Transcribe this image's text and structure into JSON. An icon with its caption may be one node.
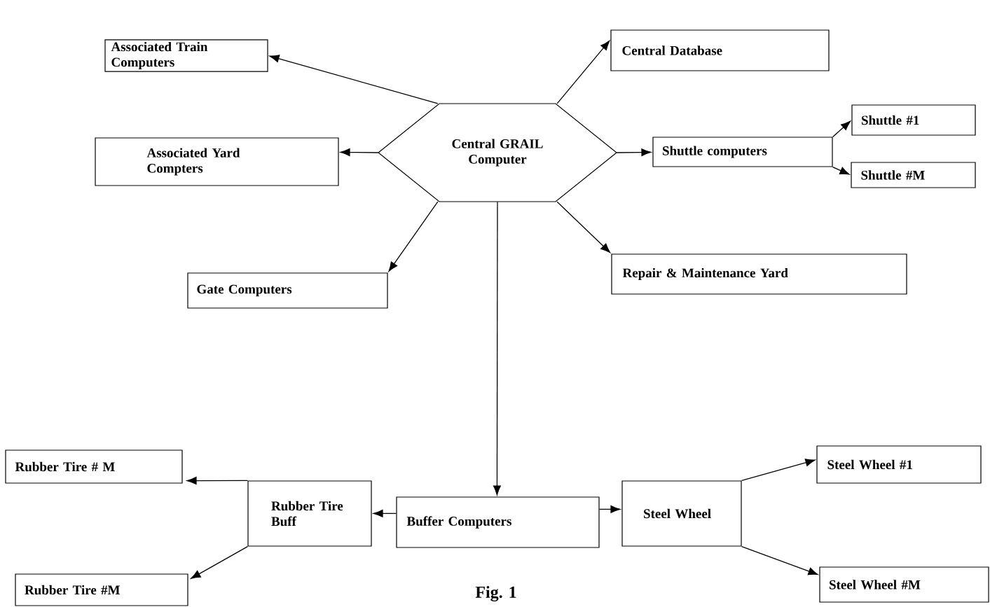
{
  "diagram": {
    "caption": "Fig. 1",
    "nodes": [
      {
        "text": [
          "Central GRAIL Computer"
        ]
      },
      {
        "text": [
          "Associated Train Computers"
        ]
      },
      {
        "text": [
          "Central Database"
        ]
      },
      {
        "text": [
          "Associated Yard Compters"
        ]
      },
      {
        "text": [
          "Shuttle computers"
        ]
      },
      {
        "text": [
          "Shuttle #1"
        ]
      },
      {
        "text": [
          "Shuttle #M"
        ]
      },
      {
        "text": [
          "Gate Computers"
        ]
      },
      {
        "text": [
          "Repair & Maintenance Yard"
        ]
      },
      {
        "text": [
          "Rubber Tire # M"
        ]
      },
      {
        "text": [
          "Rubber Tire Buff"
        ]
      },
      {
        "text": [
          "Buffer Computers"
        ]
      },
      {
        "text": [
          "Steel Wheel"
        ]
      },
      {
        "text": [
          "Steel Wheel #1"
        ]
      },
      {
        "text": [
          "Rubber Tire #M"
        ]
      },
      {
        "text": [
          "Steel Wheel #M"
        ]
      }
    ],
    "edges": [
      {
        "from": 0,
        "to": 1,
        "arrow": "to"
      },
      {
        "from": 0,
        "to": 2,
        "arrow": "to"
      },
      {
        "from": 0,
        "to": 3,
        "arrow": "to"
      },
      {
        "from": 0,
        "to": 4,
        "arrow": "to"
      },
      {
        "from": 4,
        "to": 5,
        "arrow": "to"
      },
      {
        "from": 4,
        "to": 6,
        "arrow": "to"
      },
      {
        "from": 0,
        "to": 7,
        "arrow": "to"
      },
      {
        "from": 0,
        "to": 8,
        "arrow": "to"
      },
      {
        "from": 0,
        "to": 11,
        "arrow": "to"
      },
      {
        "from": 11,
        "to": 10,
        "arrow": "to"
      },
      {
        "from": 11,
        "to": 12,
        "arrow": "to"
      },
      {
        "from": 10,
        "to": 9,
        "arrow": "to"
      },
      {
        "from": 10,
        "to": 14,
        "arrow": "to"
      },
      {
        "from": 12,
        "to": 13,
        "arrow": "to"
      },
      {
        "from": 12,
        "to": 15,
        "arrow": "to"
      }
    ]
  }
}
